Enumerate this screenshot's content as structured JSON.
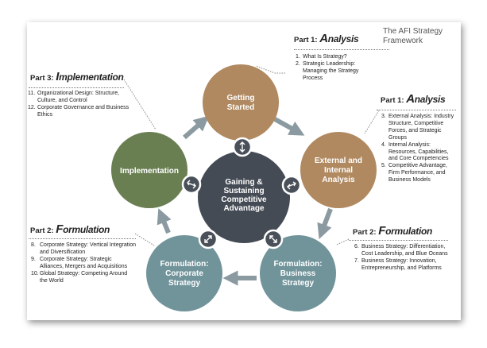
{
  "corner_title": "The AFI Strategy Framework",
  "center": "Gaining & Sustaining Competitive Advantage",
  "nodes": [
    {
      "label": "Getting Started",
      "color": "#b08960"
    },
    {
      "label": "External and Internal Analysis",
      "color": "#b08960"
    },
    {
      "label": "Formulation: Business Strategy",
      "color": "#71949b"
    },
    {
      "label": "Formulation: Corporate Strategy",
      "color": "#71949b"
    },
    {
      "label": "Implementation",
      "color": "#697e51"
    }
  ],
  "center_color": "#454b55",
  "panels": {
    "analysis_top": {
      "part": "Part 1:",
      "initial": "A",
      "rest": "nalysis",
      "items": [
        {
          "num": "1.",
          "text": "What Is Strategy?"
        },
        {
          "num": "2.",
          "text": "Strategic Leadership: Managing the Strategy Process"
        }
      ]
    },
    "analysis_right": {
      "part": "Part 1:",
      "initial": "A",
      "rest": "nalysis",
      "items": [
        {
          "num": "3.",
          "text": "External Analysis: Industry Structure, Competitive Forces, and Strategic Groups"
        },
        {
          "num": "4.",
          "text": "Internal Analysis: Resources, Capabilities, and Core Competencies"
        },
        {
          "num": "5.",
          "text": "Competitive Advantage, Firm Performance, and Business Models"
        }
      ]
    },
    "formulation_right": {
      "part": "Part 2:",
      "initial": "F",
      "rest": "ormulation",
      "items": [
        {
          "num": "6.",
          "text": "Business Strategy: Differentiation, Cost Leadership, and Blue Oceans"
        },
        {
          "num": "7.",
          "text": "Business Strategy: Innovation, Entrepreneurship, and Platforms"
        }
      ]
    },
    "formulation_left": {
      "part": "Part 2:",
      "initial": "F",
      "rest": "ormulation",
      "items": [
        {
          "num": "8.",
          "text": "Corporate Strategy: Vertical Integration and Diversification"
        },
        {
          "num": "9.",
          "text": "Corporate Strategy: Strategic Alliances, Mergers and Acquisitions"
        },
        {
          "num": "10.",
          "text": "Global Strategy: Competing Around the World"
        }
      ]
    },
    "implementation": {
      "part": "Part 3:",
      "initial": "I",
      "rest": "mplementation",
      "items": [
        {
          "num": "11.",
          "text": "Organizational Design: Structure, Culture, and Control"
        },
        {
          "num": "12.",
          "text": "Corporate Governance and Business Ethics"
        }
      ]
    }
  }
}
